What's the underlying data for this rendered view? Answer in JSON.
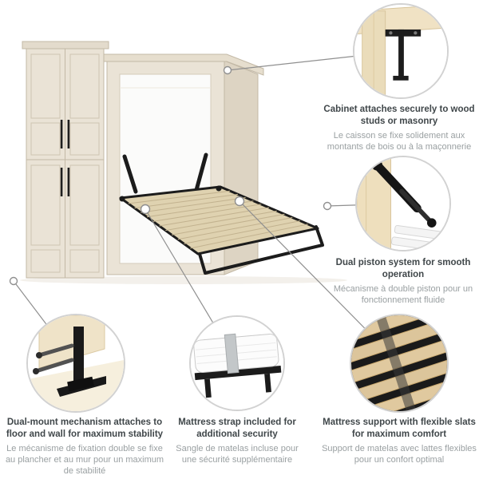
{
  "callouts": [
    {
      "id": "cabinet-attachment",
      "title": "Cabinet attaches securely to wood studs or masonry",
      "subtitle": "Le caisson se fixe solidement aux montants de bois ou à la maçonnerie"
    },
    {
      "id": "dual-piston",
      "title": "Dual piston system for smooth operation",
      "subtitle": "Mécanisme à double piston pour un fonctionnement fluide"
    },
    {
      "id": "dual-mount",
      "title": "Dual-mount mechanism attaches to floor and wall for maximum stability",
      "subtitle": "Le mécanisme de fixation double se fixe au plancher et au mur pour un maximum de stabilité"
    },
    {
      "id": "mattress-strap",
      "title": "Mattress strap included for additional security",
      "subtitle": "Sangle de matelas incluse pour une sécurité supplémentaire"
    },
    {
      "id": "slat-support",
      "title": "Mattress support with flexible slats for maximum comfort",
      "subtitle": "Support de matelas avec lattes flexibles pour un confort optimal"
    }
  ],
  "colors": {
    "background": "#ffffff",
    "cabinet_wood": "#eae3d6",
    "wood_trim": "#c3b9a6",
    "slat_wood": "#dfd2b0",
    "metal_black": "#1c1c1c",
    "callout_border": "#d2d2d2",
    "connector": "#8f8f8f",
    "title_text": "#40474a",
    "subtitle_text": "#9aa0a2"
  }
}
